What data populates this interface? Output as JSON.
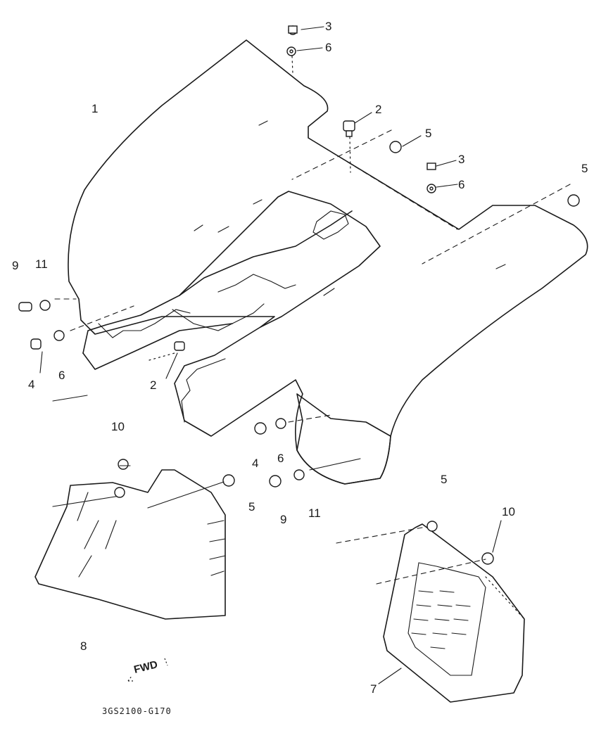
{
  "diagram": {
    "callouts": [
      "3",
      "6",
      "1",
      "2",
      "5",
      "3",
      "6",
      "5",
      "9",
      "11",
      "4",
      "6",
      "2",
      "10",
      "4",
      "6",
      "5",
      "5",
      "9",
      "11",
      "10",
      "8",
      "7"
    ],
    "direction_label": "FWD",
    "drawing_code": "3GS2100-G170"
  }
}
